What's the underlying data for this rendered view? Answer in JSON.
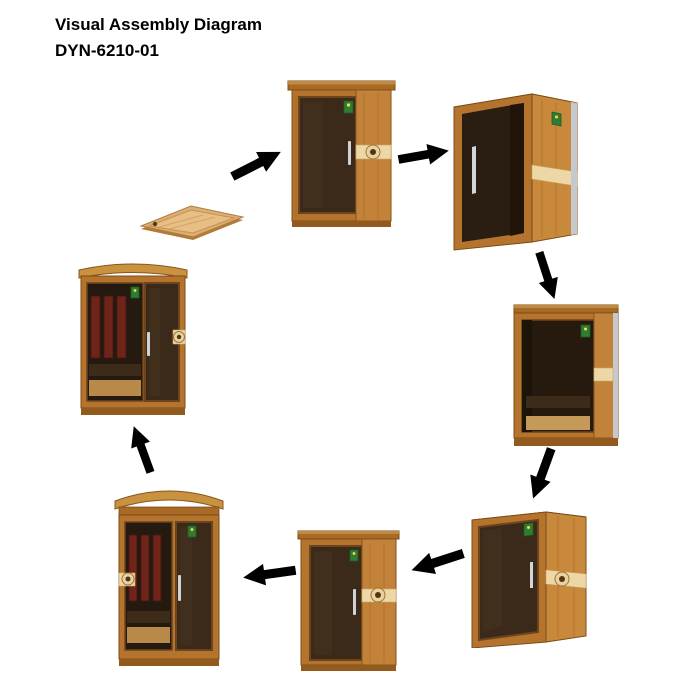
{
  "header": {
    "title": "Visual Assembly Diagram",
    "model": "DYN-6210-01"
  },
  "diagram": {
    "type": "circular-assembly-flow",
    "step_count": 8,
    "arrow_count": 7,
    "steps": [
      {
        "order": 1,
        "icon": "floor-base-panel"
      },
      {
        "order": 2,
        "icon": "cabin-frame-with-glass-door"
      },
      {
        "order": 3,
        "icon": "cabin-box-open-front"
      },
      {
        "order": 4,
        "icon": "cabin-interior-visible"
      },
      {
        "order": 5,
        "icon": "cabin-with-door-angled"
      },
      {
        "order": 6,
        "icon": "cabin-with-door-front"
      },
      {
        "order": 7,
        "icon": "cabin-with-roof-crown"
      },
      {
        "order": 8,
        "icon": "finished-sauna-with-heaters"
      }
    ]
  },
  "colors": {
    "background": "#ffffff",
    "text": "#000000",
    "arrow": "#000000",
    "wood": "#b5742d",
    "wood_light": "#c9893d",
    "wood_pale": "#eed7a6",
    "wood_top": "#d8a55e",
    "glass_dark": "#3b2a1a",
    "interior_dark": "#241a10",
    "heater_red": "#6e2418",
    "label_green": "#2f7d32",
    "metal": "#c5c9cd"
  }
}
